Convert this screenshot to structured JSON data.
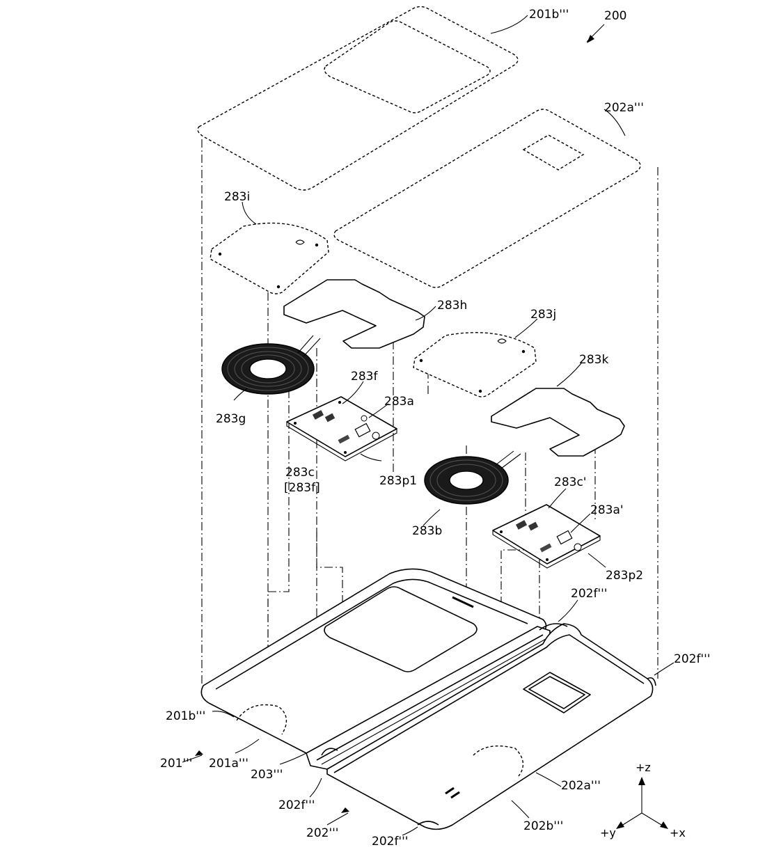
{
  "figure_number": "200",
  "labels": {
    "l200": "200",
    "l201b_top": "201b'''",
    "l202a_top": "202a'''",
    "l283i": "283i",
    "l283h": "283h",
    "l283j": "283j",
    "l283k": "283k",
    "l283f": "283f",
    "l283a": "283a",
    "l283g": "283g",
    "l283c": "283c",
    "l283f_b": "[283f]",
    "l283p1": "283p1",
    "l283c2": "283c'",
    "l283a2": "283a'",
    "l283b": "283b",
    "l283p2": "283p2",
    "l202f_1": "202f'''",
    "l202f_2": "202f'''",
    "l201b_bot": "201b'''",
    "l201": "201'''",
    "l201a": "201a'''",
    "l203": "203'''",
    "l202f_3": "202f'''",
    "l202a_bot": "202a'''",
    "l202": "202'''",
    "l202b": "202b'''",
    "l202f_4": "202f'''"
  },
  "axes": {
    "z": "+z",
    "y": "+y",
    "x": "+x"
  }
}
